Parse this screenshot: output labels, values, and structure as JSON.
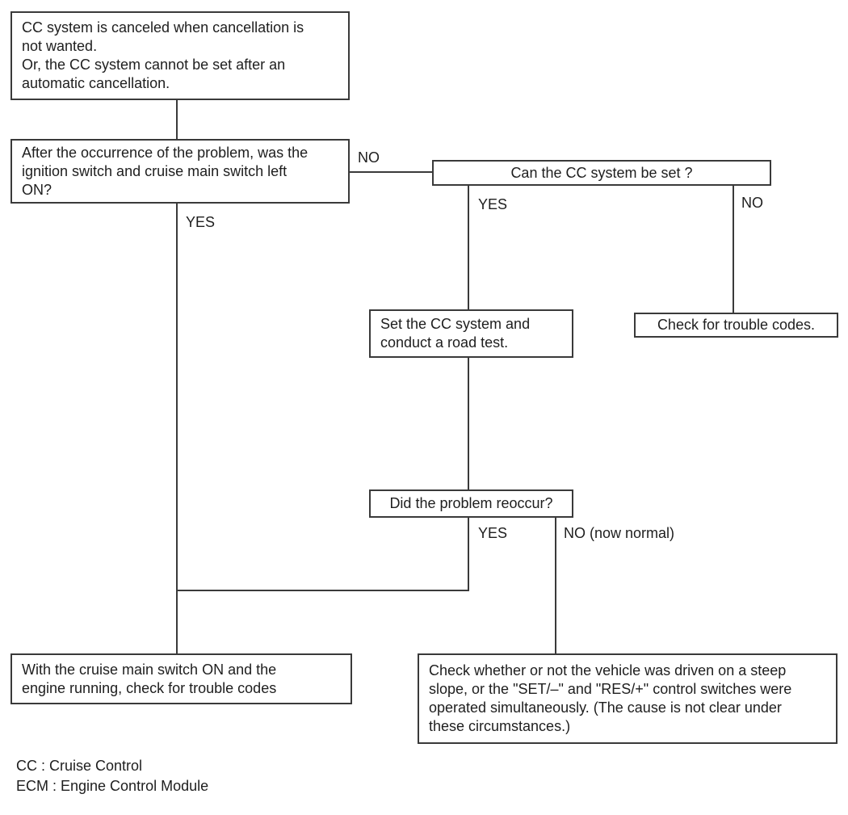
{
  "page": {
    "background_color": "#ffffff",
    "line_color": "#3a3a3a",
    "text_color": "#1e1e1e"
  },
  "flowchart": {
    "nodes": {
      "symptom": {
        "lines": [
          "CC system is canceled when cancellation is",
          "not wanted.",
          "Or, the CC system cannot be set after an",
          "automatic cancellation."
        ]
      },
      "q_switch_left_on": {
        "lines": [
          "After the occurrence of the problem, was the",
          "ignition switch and cruise main switch left",
          "ON?"
        ]
      },
      "q_can_set": {
        "text": "Can the CC system be set ?"
      },
      "road_test": {
        "lines": [
          "Set the CC system and",
          "conduct a road test."
        ]
      },
      "check_trouble_codes": {
        "text": "Check for trouble codes."
      },
      "q_problem_reoccur": {
        "text": "Did the problem reoccur?"
      },
      "check_codes_engine_running": {
        "lines": [
          "With the cruise main switch ON and the",
          "engine running, check for trouble codes"
        ]
      },
      "check_steep_slope": {
        "lines": [
          "Check whether or not the vehicle was driven on a steep",
          "slope, or the \"SET/–\" and \"RES/+\" control switches were",
          "operated simultaneously. (The cause is not clear under",
          "these circumstances.)"
        ]
      }
    },
    "branch_labels": {
      "no_switch_left_on": "NO",
      "yes_switch_left_on": "YES",
      "yes_can_set": "YES",
      "no_can_set": "NO",
      "yes_reoccur": "YES",
      "no_reoccur": "NO (now normal)"
    },
    "legend": {
      "cc": "CC : Cruise Control",
      "ecm": "ECM : Engine Control Module"
    }
  }
}
